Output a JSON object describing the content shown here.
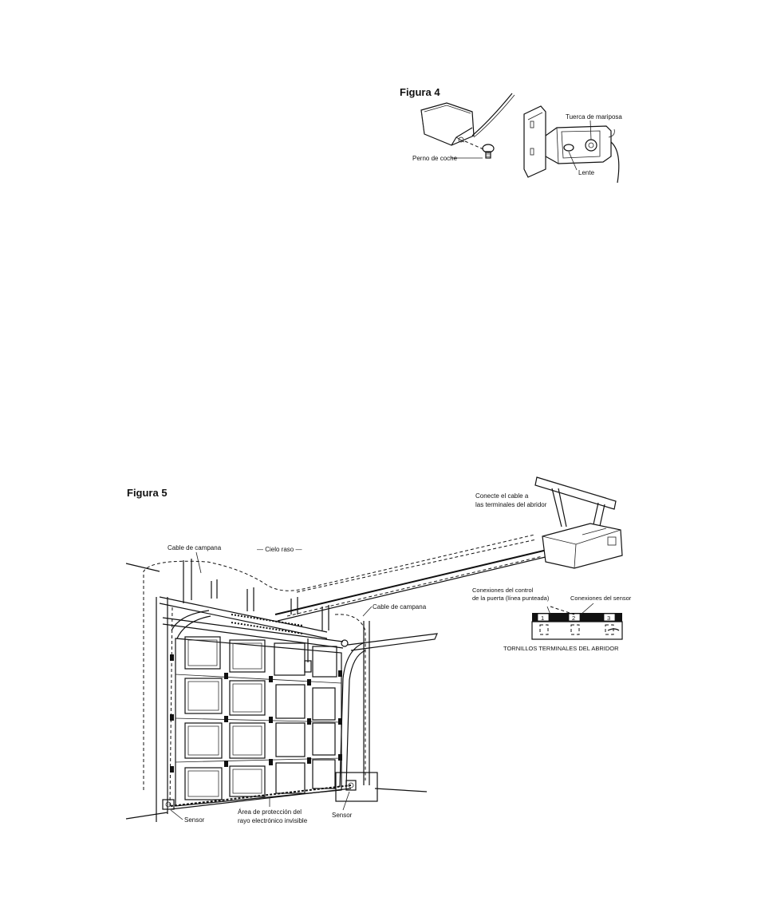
{
  "figure4": {
    "title": "Figura 4",
    "labels": {
      "wing_nut": "Tuerca de mariposa",
      "carriage_bolt": "Perno de coche",
      "lens": "Lente"
    }
  },
  "figure5": {
    "title": "Figura 5",
    "labels": {
      "connect_cable_line1": "Conecte el cable a",
      "connect_cable_line2": "las terminales del abridor",
      "bell_wire_left": "Cable de campana",
      "ceiling": "— Cielo raso —",
      "bell_wire_right": "Cable de campana",
      "door_control_line1": "Conexiones del control",
      "door_control_line2": "de la puerta (línea punteada)",
      "sensor_connections": "Conexiones del sensor",
      "terminal_screws": "TORNILLOS TERMINALES DEL ABRIDOR",
      "sensor_left": "Sensor",
      "sensor_right": "Sensor",
      "beam_area_line1": "Área de protección del",
      "beam_area_line2": "rayo electrónico invisible"
    },
    "terminals": [
      "1",
      "2",
      "3"
    ]
  }
}
